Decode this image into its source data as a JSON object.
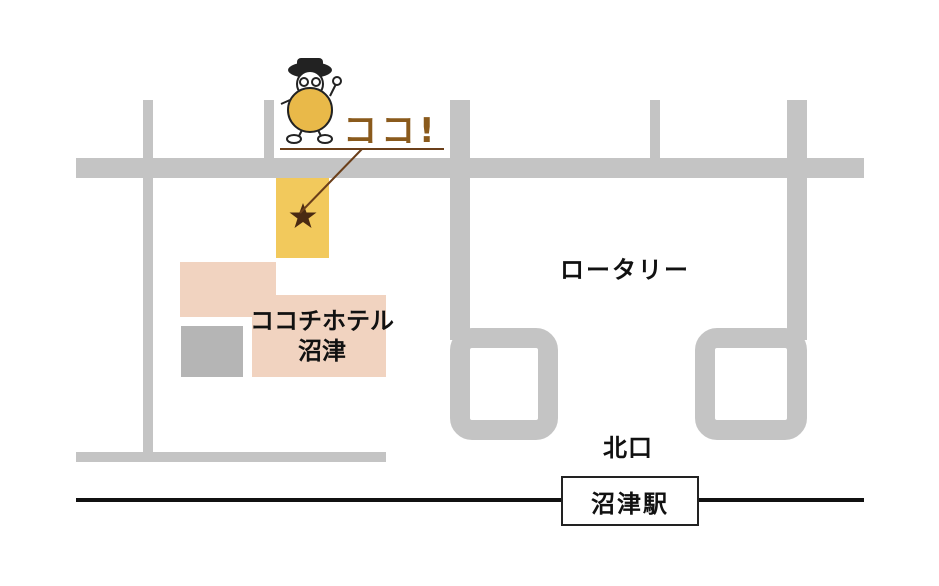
{
  "labels": {
    "rotary": "ロータリー",
    "north_exit": "北口",
    "hotel_line1": "ココチホテル",
    "hotel_line2": "沼津",
    "station": "沼津駅",
    "callout": "ココ!"
  },
  "colors": {
    "road": "#c4c4c4",
    "destination": "#f2c95c",
    "hotel": "#f1d3c0",
    "neighbor_building": "#b5b5b5",
    "railway": "#111111",
    "callout_text": "#8a5a1c",
    "star": "#4a2a12",
    "mascot_body": "#e9b949"
  },
  "icons": {
    "destination_marker": "star-icon",
    "mascot": "mascot-character"
  }
}
